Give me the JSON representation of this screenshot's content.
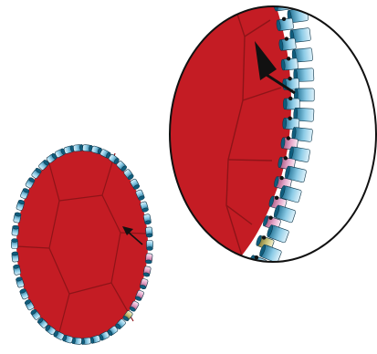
{
  "colors": {
    "background": "#ffffff",
    "cell_fill": "#c41c24",
    "cell_line": "#8e1418",
    "bead_light": "#dff2fb",
    "bead_mid": "#8ccbe6",
    "bead_dark": "#1d6f92",
    "pink_light": "#fbe8f3",
    "pink_mid": "#e5a6c9",
    "pink_dark": "#a7557f",
    "olive_light": "#f4f1cf",
    "olive_mid": "#c9c27a",
    "olive_dark": "#7c7430",
    "outline": "#111111",
    "arrow": "#111111"
  },
  "views": [
    {
      "name": "whole-cell",
      "shape": "oval",
      "magnified": false
    },
    {
      "name": "magnified-edge",
      "shape": "circle-inset",
      "magnified": true
    }
  ],
  "beads": {
    "pink_beads_near_arrow": 5,
    "olive_beads": 1
  },
  "icons": [
    "arrow-icon",
    "arrow-icon"
  ]
}
